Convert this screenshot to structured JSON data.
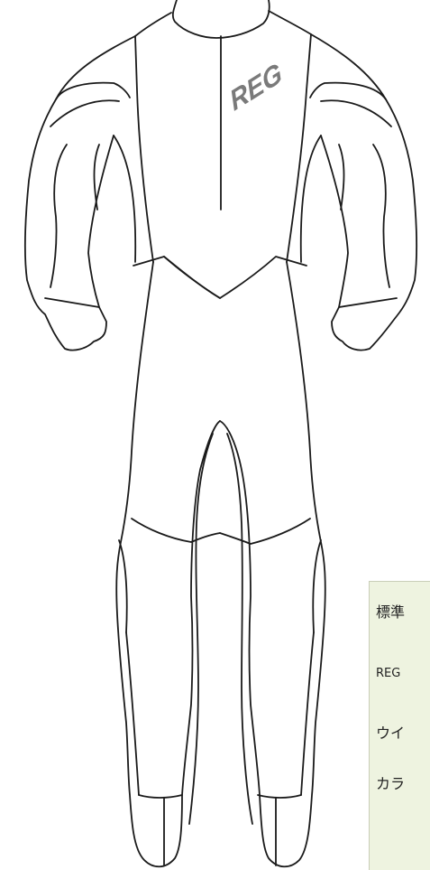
{
  "logo": {
    "text": "REG",
    "color": "#7a7a7a"
  },
  "panel": {
    "background": "#eef3e0",
    "rows": [
      {
        "label": "標準"
      },
      {
        "label": "REG"
      },
      {
        "label": "ウイ"
      },
      {
        "label": "カラ"
      }
    ]
  },
  "colors": {
    "line": "#1a1a1a",
    "background": "#ffffff"
  }
}
